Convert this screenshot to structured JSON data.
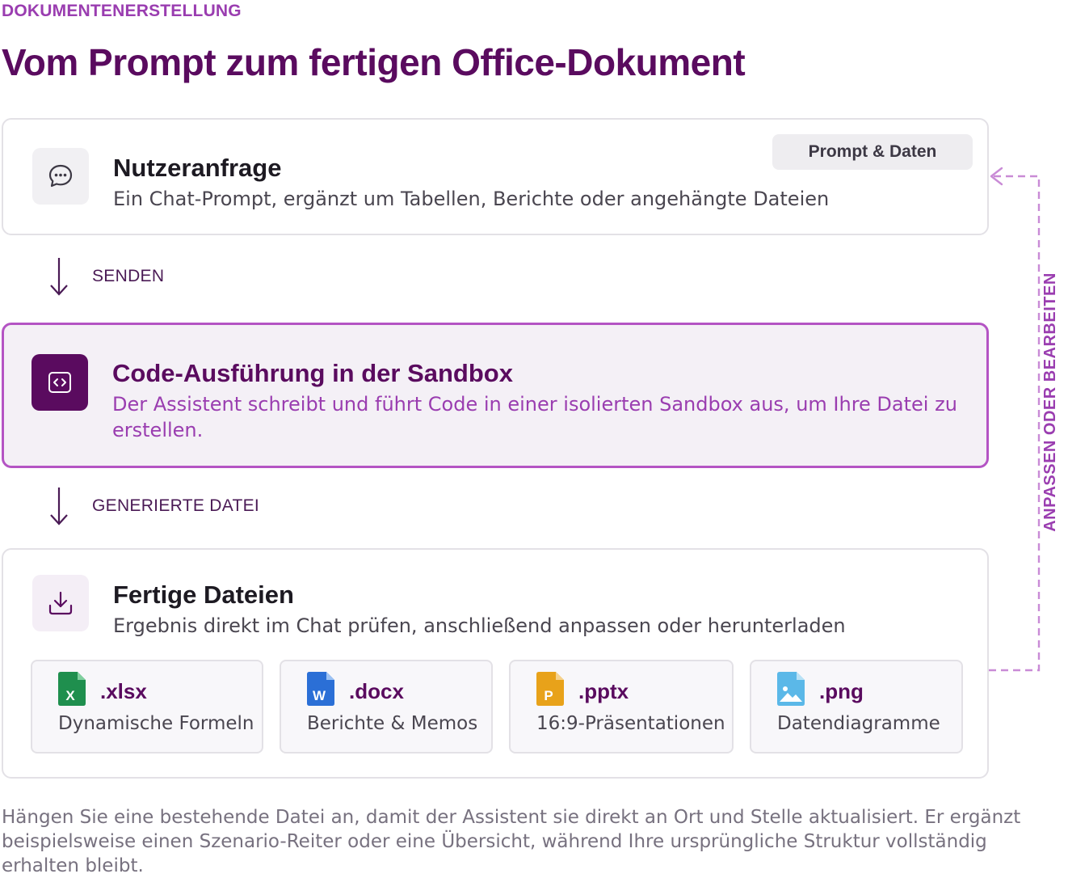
{
  "eyebrow": "DOKUMENTENERSTELLUNG",
  "title": "Vom Prompt zum fertigen Office-Dokument",
  "colors": {
    "brand": "#5a0b5f",
    "accent": "#9a3db0",
    "highlight_border": "#b454c4",
    "excel": "#1f8f4e",
    "word": "#2b6fd6",
    "powerpoint": "#e8a21a",
    "image": "#5bb8e8"
  },
  "nodes": {
    "request": {
      "icon": "chat-bubble-icon",
      "title": "Nutzeranfrage",
      "description": "Ein Chat-Prompt, ergänzt um Tabellen, Berichte oder angehängte Dateien",
      "badge": "Prompt & Daten"
    },
    "sandbox": {
      "icon": "code-icon",
      "title": "Code-Ausführung in der Sandbox",
      "description": "Der Assistent schreibt und führt Code in einer isolierten Sandbox aus, um Ihre Datei zu erstellen."
    },
    "output": {
      "icon": "download-icon",
      "title": "Fertige Dateien",
      "description": "Ergebnis direkt im Chat prüfen, anschließend anpassen oder herunterladen",
      "filetypes": [
        {
          "icon": "excel-file-icon",
          "ext": ".xlsx",
          "label": "Dynamische Formeln"
        },
        {
          "icon": "word-file-icon",
          "ext": ".docx",
          "label": "Berichte & Memos"
        },
        {
          "icon": "powerpoint-file-icon",
          "ext": ".pptx",
          "label": "16:9-Präsentationen"
        },
        {
          "icon": "image-file-icon",
          "ext": ".png",
          "label": "Datendiagramme"
        }
      ]
    }
  },
  "edges": {
    "send": "SENDEN",
    "generated": "GENERIERTE DATEI",
    "loop": "ANPASSEN ODER BEARBEITEN"
  },
  "footnote": "Hängen Sie eine bestehende Datei an, damit der Assistent sie direkt an Ort und Stelle aktualisiert. Er ergänzt beispielsweise einen Szenario-Reiter oder eine Übersicht, während Ihre ursprüngliche Struktur vollständig erhalten bleibt."
}
